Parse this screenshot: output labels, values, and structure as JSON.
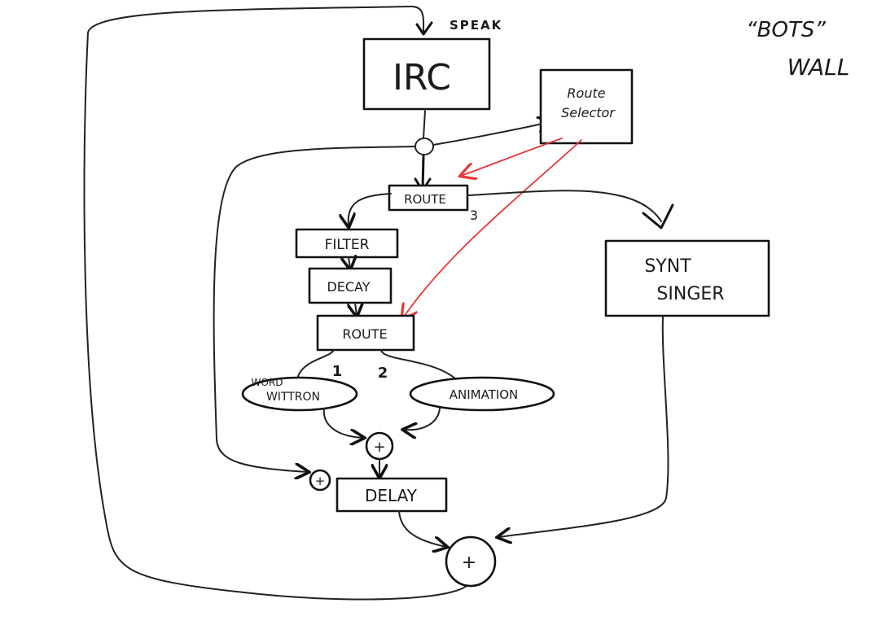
{
  "annotation": {
    "title": "“BOTS”",
    "subtitle": "WALL"
  },
  "labels": {
    "speak": "SPEAK",
    "irc": "IRC",
    "route_selector": [
      "Route",
      "Selector"
    ],
    "route_top": "ROUTE",
    "route_top_port": "3",
    "filter": "FILTER",
    "decay": "DECAY",
    "route_mid": "ROUTE",
    "port_1": "1",
    "port_2": "2",
    "word_wittron": [
      "WORD",
      "WITTRON"
    ],
    "animation": "ANIMATION",
    "sum_small": "+",
    "sum_left": "+",
    "delay": "DELAY",
    "sum_big": "+",
    "synth": [
      "SYNT",
      "SINGER"
    ]
  },
  "colors": {
    "ink": "#111111",
    "selector_arrows": "#e53935"
  }
}
